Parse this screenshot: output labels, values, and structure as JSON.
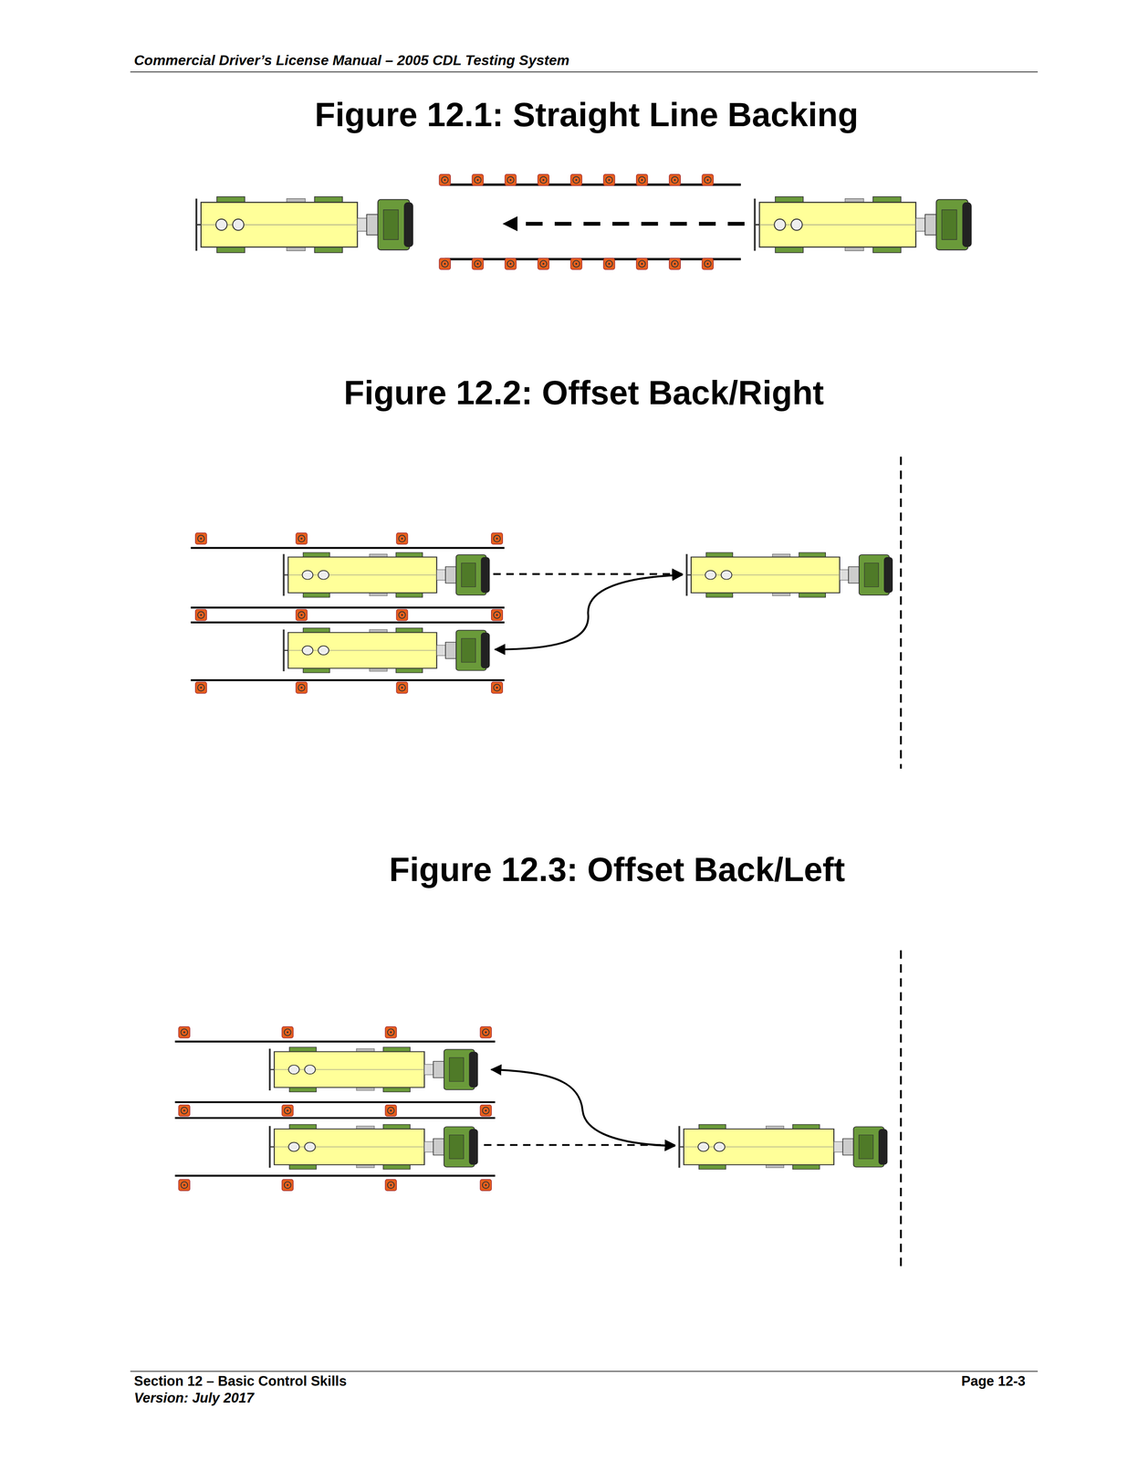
{
  "diagram": {
    "labels": [
      "Commercial Driver’s License Manual – 2005 CDL Testing System",
      "Figure 12.1: Straight Line Backing",
      "Figure 12.2: Offset Back/Right",
      "Figure 12.3: Offset Back/Left",
      "Section 12 – Basic Control Skills",
      "Version: July 2017",
      "Page 12-3"
    ]
  }
}
